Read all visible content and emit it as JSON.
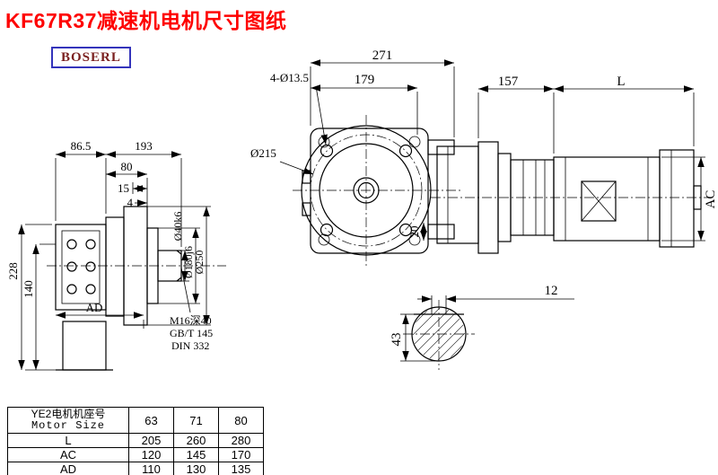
{
  "page": {
    "title": "KF67R37减速机电机尺寸图纸",
    "brand": "BOSERL"
  },
  "side_view": {
    "dim_86_5": "86.5",
    "dim_193": "193",
    "dim_80": "80",
    "dim_15": "15",
    "dim_4": "4",
    "dim_228": "228",
    "dim_140": "140",
    "dim_ad": "AD",
    "dia_shaft": "Ø40k6",
    "dia_spigot": "Ø180j6",
    "dia_flange": "Ø250",
    "note_thread": "M16深40",
    "note_gb": "GB/T 145",
    "note_din": "DIN 332"
  },
  "front_view": {
    "dim_271": "271",
    "dim_179": "179",
    "dim_holes": "4-Ø13.5",
    "dim_bolt_circle": "Ø215",
    "dim_20": "20"
  },
  "motor_view": {
    "dim_157": "157",
    "dim_l": "L",
    "dim_ac": "AC"
  },
  "shaft_view": {
    "dim_12": "12",
    "dim_43": "43"
  },
  "table": {
    "header_cn": "YE2电机机座号",
    "header_en": "Motor Size",
    "sizes": [
      "63",
      "71",
      "80"
    ],
    "rows": [
      {
        "label": "L",
        "values": [
          "205",
          "260",
          "280"
        ]
      },
      {
        "label": "AC",
        "values": [
          "120",
          "145",
          "170"
        ]
      },
      {
        "label": "AD",
        "values": [
          "110",
          "130",
          "135"
        ]
      }
    ]
  }
}
